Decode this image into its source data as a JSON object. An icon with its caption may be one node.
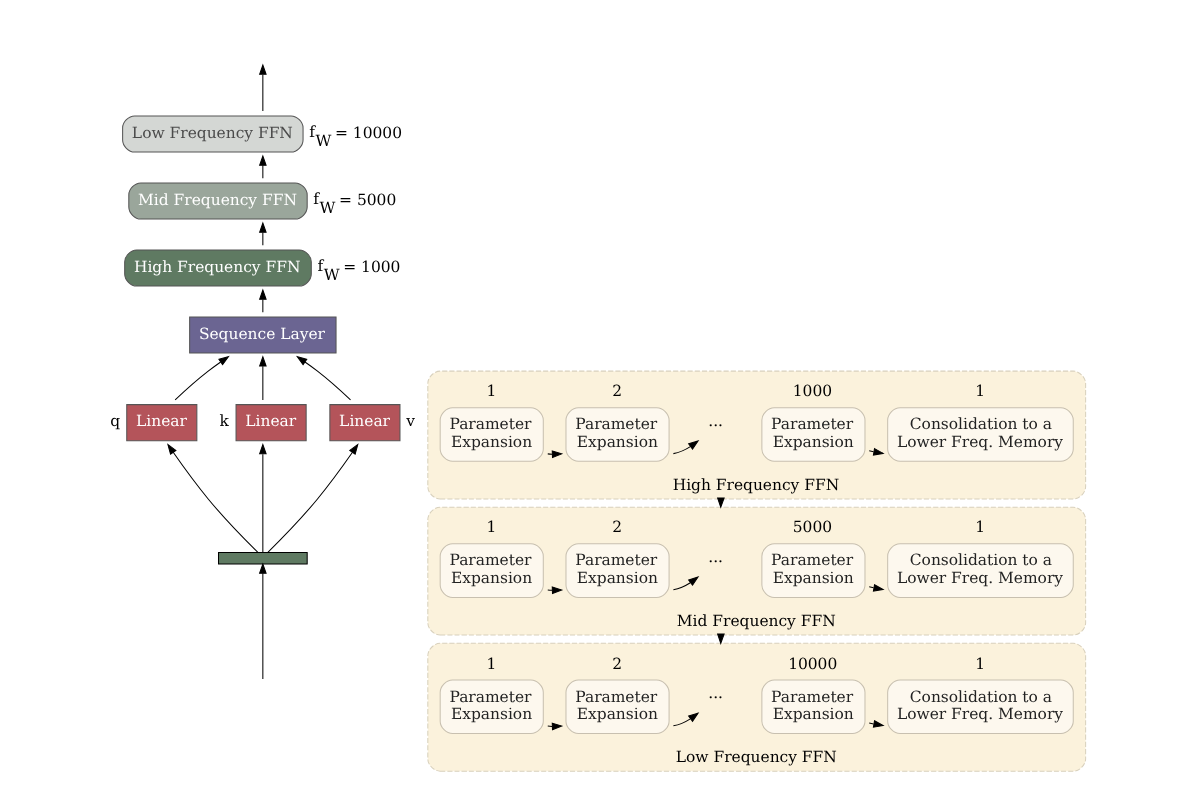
{
  "diagram": {
    "nodes": [
      {
        "text": [
          "High Frequency FFN"
        ]
      },
      {
        "text": [
          "Parameter Expansion"
        ],
        "beside": [
          "1"
        ],
        "in": 0
      },
      {
        "text": [
          "Parameter Expansion"
        ],
        "beside": [
          "2"
        ],
        "in": 0
      },
      {
        "text": [
          "..."
        ],
        "in": 0
      },
      {
        "text": [
          "Parameter Expansion"
        ],
        "beside": [
          "1000"
        ],
        "in": 0
      },
      {
        "text": [
          "Consolidation to a Lower Freq. Memory"
        ],
        "beside": [
          "1"
        ],
        "in": 0
      },
      {
        "text": [
          "Mid Frequency FFN"
        ]
      },
      {
        "text": [
          "Parameter Expansion"
        ],
        "beside": [
          "1"
        ],
        "in": 6
      },
      {
        "text": [
          "Parameter Expansion"
        ],
        "beside": [
          "2"
        ],
        "in": 6
      },
      {
        "text": [
          "..."
        ],
        "in": 6
      },
      {
        "text": [
          "Parameter Expansion"
        ],
        "beside": [
          "5000"
        ],
        "in": 6
      },
      {
        "text": [
          "Consolidation to a Lower Freq. Memory"
        ],
        "beside": [
          "1"
        ],
        "in": 6
      },
      {
        "text": [
          "Low Frequency FFN"
        ]
      },
      {
        "text": [
          "Parameter Expansion"
        ],
        "beside": [
          "1"
        ],
        "in": 12
      },
      {
        "text": [
          "Parameter Expansion"
        ],
        "beside": [
          "2"
        ],
        "in": 12
      },
      {
        "text": [
          "..."
        ],
        "in": 12
      },
      {
        "text": [
          "Parameter Expansion"
        ],
        "beside": [
          "10000"
        ],
        "in": 12
      },
      {
        "text": [
          "Consolidation to a Lower Freq. Memory"
        ],
        "beside": [
          "1"
        ],
        "in": 12
      },
      {
        "text": [
          "Low Frequency FFN"
        ],
        "beside": [
          "f$_{W}$ = 10000"
        ]
      },
      {
        "text": [
          "Mid Frequency FFN"
        ],
        "beside": [
          "f$_{W}$ = 5000"
        ]
      },
      {
        "text": [
          "High Frequency FFN"
        ],
        "beside": [
          "f$_{W}$ = 1000"
        ]
      },
      {
        "text": [
          "Sequence Layer"
        ]
      },
      {
        "text": [
          "Linear"
        ],
        "beside": [
          "q"
        ]
      },
      {
        "text": [
          "Linear"
        ],
        "beside": [
          "k"
        ]
      },
      {
        "text": [
          "Linear"
        ],
        "beside": [
          "v"
        ]
      },
      {
        "text": [],
        "shape": "bar"
      }
    ],
    "edges": [
      {
        "from": null,
        "to": 25,
        "arrow": "to"
      },
      {
        "from": 25,
        "to": 22,
        "arrow": "to"
      },
      {
        "from": 25,
        "to": 23,
        "arrow": "to"
      },
      {
        "from": 25,
        "to": 24,
        "arrow": "to"
      },
      {
        "from": 22,
        "to": 21,
        "arrow": "to"
      },
      {
        "from": 23,
        "to": 21,
        "arrow": "to"
      },
      {
        "from": 24,
        "to": 21,
        "arrow": "to"
      },
      {
        "from": 21,
        "to": 20,
        "arrow": "to"
      },
      {
        "from": 20,
        "to": 19,
        "arrow": "to"
      },
      {
        "from": 19,
        "to": 18,
        "arrow": "to"
      },
      {
        "from": 18,
        "to": null,
        "arrow": "to"
      },
      {
        "from": 1,
        "to": 2,
        "arrow": "to"
      },
      {
        "from": 2,
        "to": 3,
        "arrow": "to"
      },
      {
        "from": 4,
        "to": 5,
        "arrow": "to"
      },
      {
        "from": 0,
        "to": 6,
        "arrow": "to"
      },
      {
        "from": 7,
        "to": 8,
        "arrow": "to"
      },
      {
        "from": 8,
        "to": 9,
        "arrow": "to"
      },
      {
        "from": 10,
        "to": 11,
        "arrow": "to"
      },
      {
        "from": 6,
        "to": 12,
        "arrow": "to"
      },
      {
        "from": 13,
        "to": 14,
        "arrow": "to"
      },
      {
        "from": 14,
        "to": 15,
        "arrow": "to"
      },
      {
        "from": 16,
        "to": 17,
        "arrow": "to"
      }
    ]
  }
}
